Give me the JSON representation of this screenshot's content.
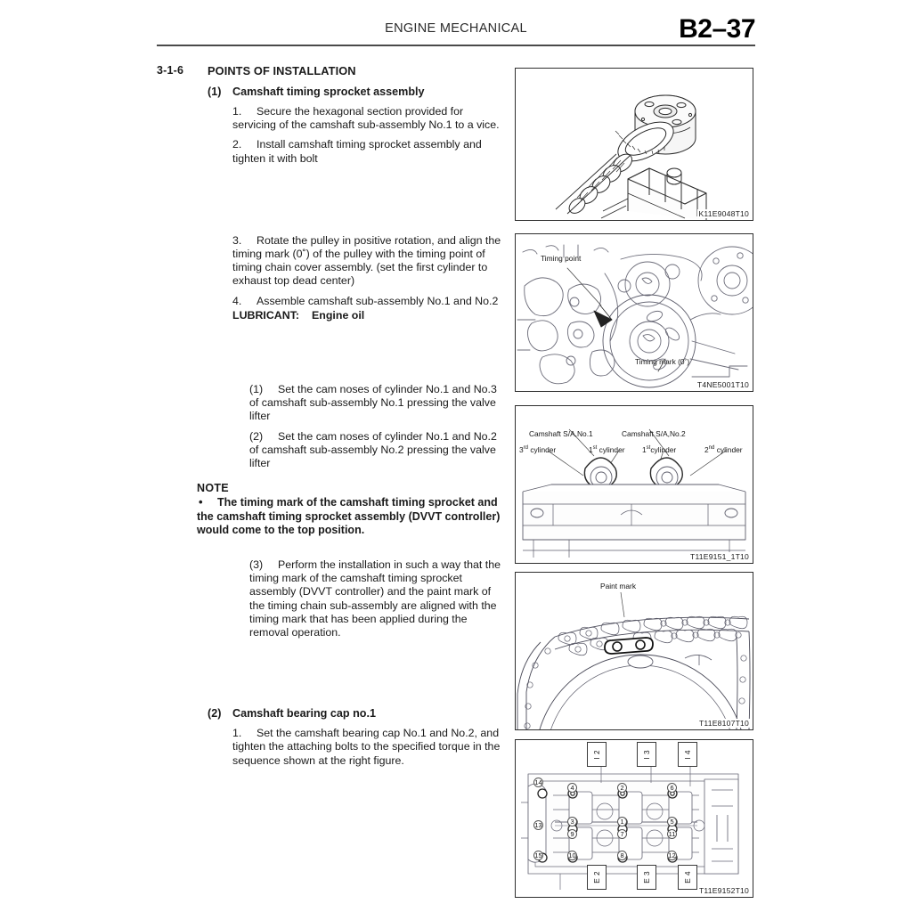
{
  "header": {
    "title": "ENGINE MECHANICAL",
    "page_number": "B2–37"
  },
  "content": {
    "section_number": "3-1-6",
    "section_title": "POINTS OF INSTALLATION",
    "block1": {
      "marker": "(1)",
      "title": "Camshaft timing sprocket assembly",
      "steps": [
        {
          "marker": "1.",
          "text": "Secure the hexagonal section provided for servicing of the camshaft sub-assembly No.1 to a vice."
        },
        {
          "marker": "2.",
          "text": "Install camshaft timing sprocket assembly and tighten it with bolt"
        },
        {
          "marker": "3.",
          "text": "Rotate the pulley in positive rotation, and align the timing mark (0˚) of the pulley with the timing point of timing chain cover assembly. (set the first cylinder to exhaust top dead center)"
        },
        {
          "marker": "4.",
          "text": "Assemble camshaft sub-assembly No.1 and No.2"
        }
      ],
      "lubricant_label": "LUBRICANT:",
      "lubricant_value": "Engine oil",
      "substeps": [
        {
          "marker": "(1)",
          "text": "Set the cam noses of cylinder No.1 and No.3 of camshaft sub-assembly No.1 pressing the valve lifter"
        },
        {
          "marker": "(2)",
          "text": "Set the cam noses of cylinder No.1 and No.2 of camshaft sub-assembly No.2 pressing the valve lifter"
        }
      ],
      "note_heading": "NOTE",
      "note_bullet": "•",
      "note_text": "The timing mark of the camshaft timing sprocket and the camshaft timing sprocket assembly (DVVT controller) would come to the top position.",
      "substep3": {
        "marker": "(3)",
        "text": "Perform the installation in such a way that the timing mark of the camshaft timing sprocket assembly (DVVT controller) and the paint mark of the timing chain sub-assembly are aligned with the timing mark that has been applied during the removal operation."
      }
    },
    "block2": {
      "marker": "(2)",
      "title": "Camshaft bearing cap no.1",
      "steps": [
        {
          "marker": "1.",
          "text": "Set the camshaft bearing cap No.1 and No.2, and tighten the attaching bolts to the specified torque in the sequence shown at the right figure."
        }
      ]
    }
  },
  "figures": [
    {
      "id": "camshaft-sprocket",
      "caption": "K11E9048T10",
      "labels": []
    },
    {
      "id": "timing-mark-alignment",
      "caption": "T4NE5001T10",
      "labels": [
        "Timing point",
        "Timing mark (0˚)"
      ]
    },
    {
      "id": "camshaft-cam-noses",
      "caption": "T11E9151_1T10",
      "labels": [
        "Camshaft S/A,No.1",
        "Camshaft S/A,No.2",
        "3",
        "rd",
        " cylinder",
        "1",
        "st",
        " cylinder",
        "2",
        "nd",
        " cylinder"
      ],
      "label_camshaft_1": "Camshaft S/A,No.1",
      "label_camshaft_2": "Camshaft S/A,No.2",
      "label_cyl_3rd_num": "3",
      "label_cyl_3rd_sup": "rd",
      "label_cyl_word": "cylinder",
      "label_cyl_1st_num": "1",
      "label_cyl_1st_sup": "st",
      "label_cyl_2nd_num": "2",
      "label_cyl_2nd_sup": "nd"
    },
    {
      "id": "timing-chain-paint-mark",
      "caption": "T11E8107T10",
      "labels": [
        "Paint mark"
      ],
      "label_paint_mark": "Paint mark"
    },
    {
      "id": "bearing-cap-bolt-sequence",
      "caption": "T11E9152T10",
      "intake_labels": [
        "I 2",
        "I 3",
        "I 4"
      ],
      "exhaust_labels": [
        "E 2",
        "E 3",
        "E 4"
      ],
      "bolt_numbers": [
        "14",
        "4",
        "2",
        "6",
        "3",
        "1",
        "5",
        "13",
        "9",
        "7",
        "11",
        "15",
        "10",
        "8",
        "12",
        "16"
      ]
    }
  ]
}
